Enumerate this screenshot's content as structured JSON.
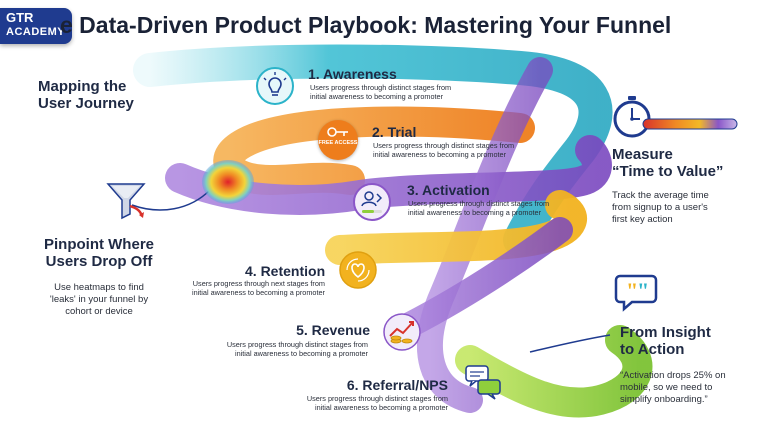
{
  "brand": {
    "line1": "GTR",
    "line2": "ACADEMY"
  },
  "title": "e Data-Driven Product Playbook: Mastering Your Funnel",
  "stages": [
    {
      "label": "1. Awareness",
      "desc": "Users progress through distinct stages from initial awareness to becoming a promoter",
      "icon": "lightbulb-icon",
      "color": "#2bb3c9"
    },
    {
      "label": "2. Trial",
      "desc": "Users progress through distinct stages from initial awareness to becoming a promoter",
      "icon": "key-icon",
      "badge": "FREE ACCESS",
      "color": "#f08a24"
    },
    {
      "label": "3. Activation",
      "desc": "Users progress through distinct stages from initial awareness to becoming a promoter",
      "icon": "user-progress-icon",
      "color": "#8a56c8"
    },
    {
      "label": "4. Retention",
      "desc": "Users progress through next stages from initial awareness to becoming a promoter",
      "icon": "heart-cycle-icon",
      "color": "#f2b927"
    },
    {
      "label": "5. Revenue",
      "desc": "Users progress through distinct stages from initial awareness to becoming a promoter",
      "icon": "revenue-chart-icon",
      "color": "#8a56c8"
    },
    {
      "label": "6. Referral/NPS",
      "desc": "Users progress through distinct stages from initial awareness to becoming a promoter",
      "icon": "chat-bubbles-icon",
      "color": "#8fcf3c"
    }
  ],
  "left_panels": {
    "mapping": {
      "heading_line1": "Mapping the",
      "heading_line2": "User Journey"
    },
    "pinpoint": {
      "heading_line1": "Pinpoint Where",
      "heading_line2": "Users Drop Off",
      "text_line1": "Use heatmaps to find",
      "text_line2": "'leaks' in your funnel by",
      "text_line3": "cohort or device",
      "icon": "funnel-icon"
    }
  },
  "right_panels": {
    "measure": {
      "heading_line1": "Measure",
      "heading_line2": "“Time to Value”",
      "text_line1": "Track the average time",
      "text_line2": "from signup to a user's",
      "text_line3": "first key action",
      "icon": "stopwatch-icon"
    },
    "insight": {
      "heading_line1": "From Insight",
      "heading_line2": "to Action",
      "text_line1": "“Activation drops 25% on",
      "text_line2": "mobile, so we need to",
      "text_line3": "simplify onboarding.”",
      "icon": "quote-bubble-icon"
    }
  },
  "colors": {
    "teal": "#2bb3c9",
    "orange": "#f08a24",
    "purple": "#8a56c8",
    "yellow": "#f2b927",
    "green": "#8fcf3c",
    "navy": "#1f3b8f"
  }
}
